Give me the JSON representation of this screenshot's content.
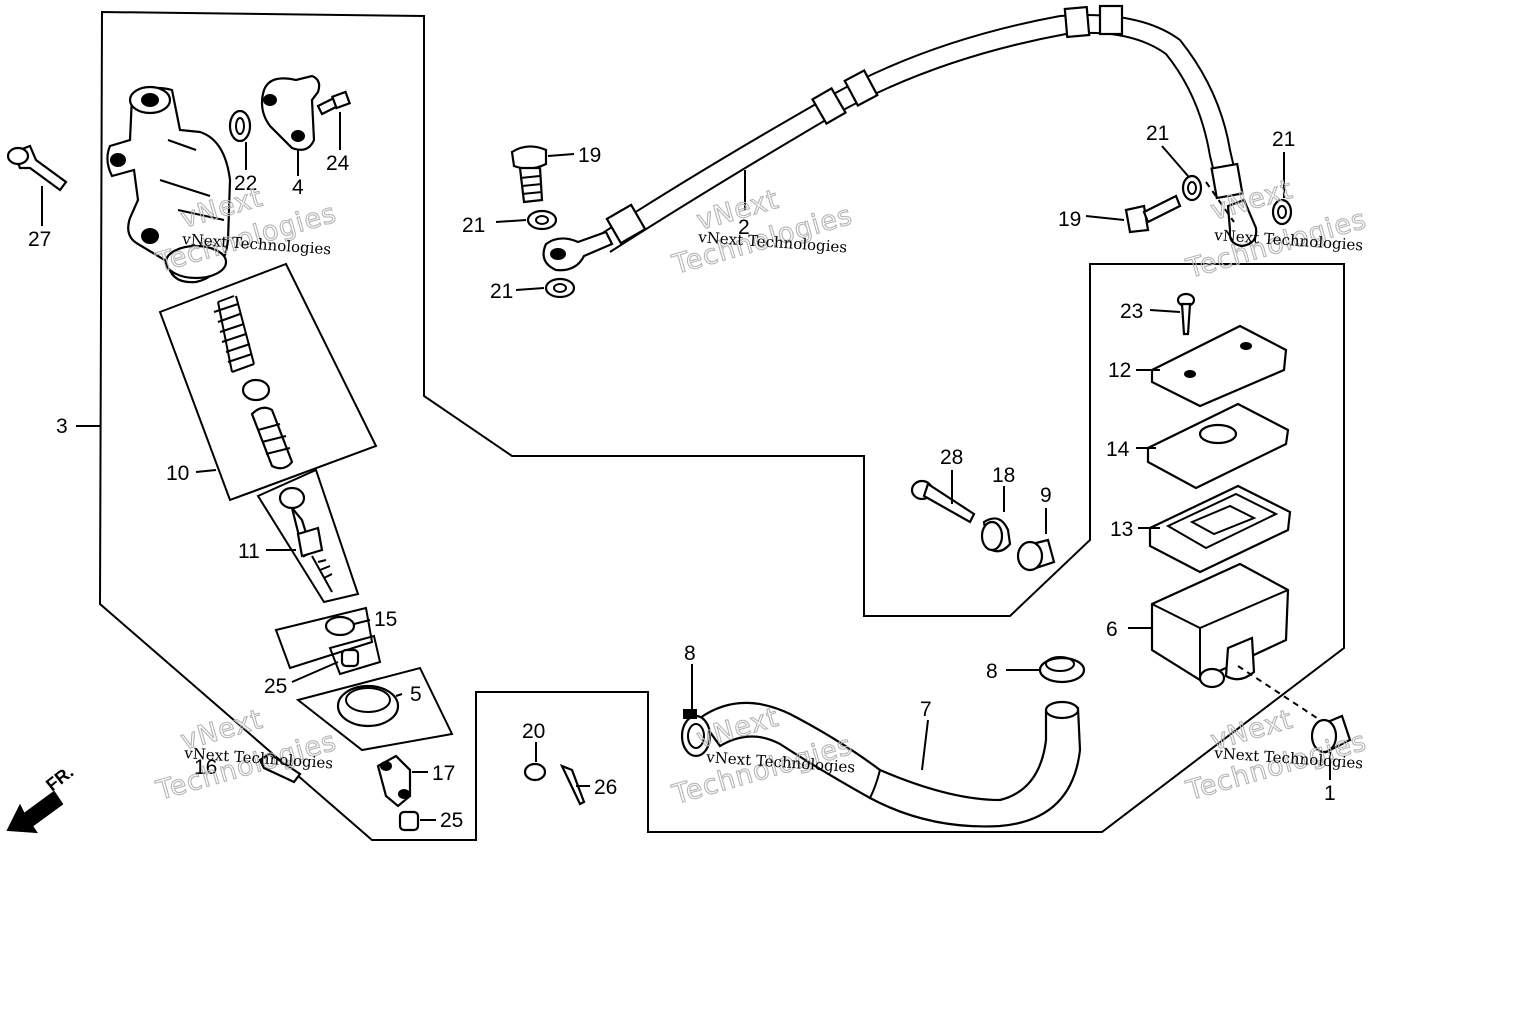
{
  "front_marker": "FR.",
  "watermark": {
    "line1": "vNext Technologies",
    "line2": "Technologies",
    "line2_prefix": "vNext"
  },
  "labels": {
    "p1": "1",
    "p2": "2",
    "p3": "3",
    "p4": "4",
    "p5": "5",
    "p6": "6",
    "p7": "7",
    "p8a": "8",
    "p8b": "8",
    "p9": "9",
    "p10": "10",
    "p11": "11",
    "p12": "12",
    "p13": "13",
    "p14": "14",
    "p15": "15",
    "p16": "16",
    "p17": "17",
    "p18": "18",
    "p19a": "19",
    "p19b": "19",
    "p20": "20",
    "p21a": "21",
    "p21b": "21",
    "p21c": "21",
    "p21d": "21",
    "p22": "22",
    "p23": "23",
    "p24": "24",
    "p25a": "25",
    "p25b": "25",
    "p26": "26",
    "p27": "27",
    "p28": "28"
  }
}
